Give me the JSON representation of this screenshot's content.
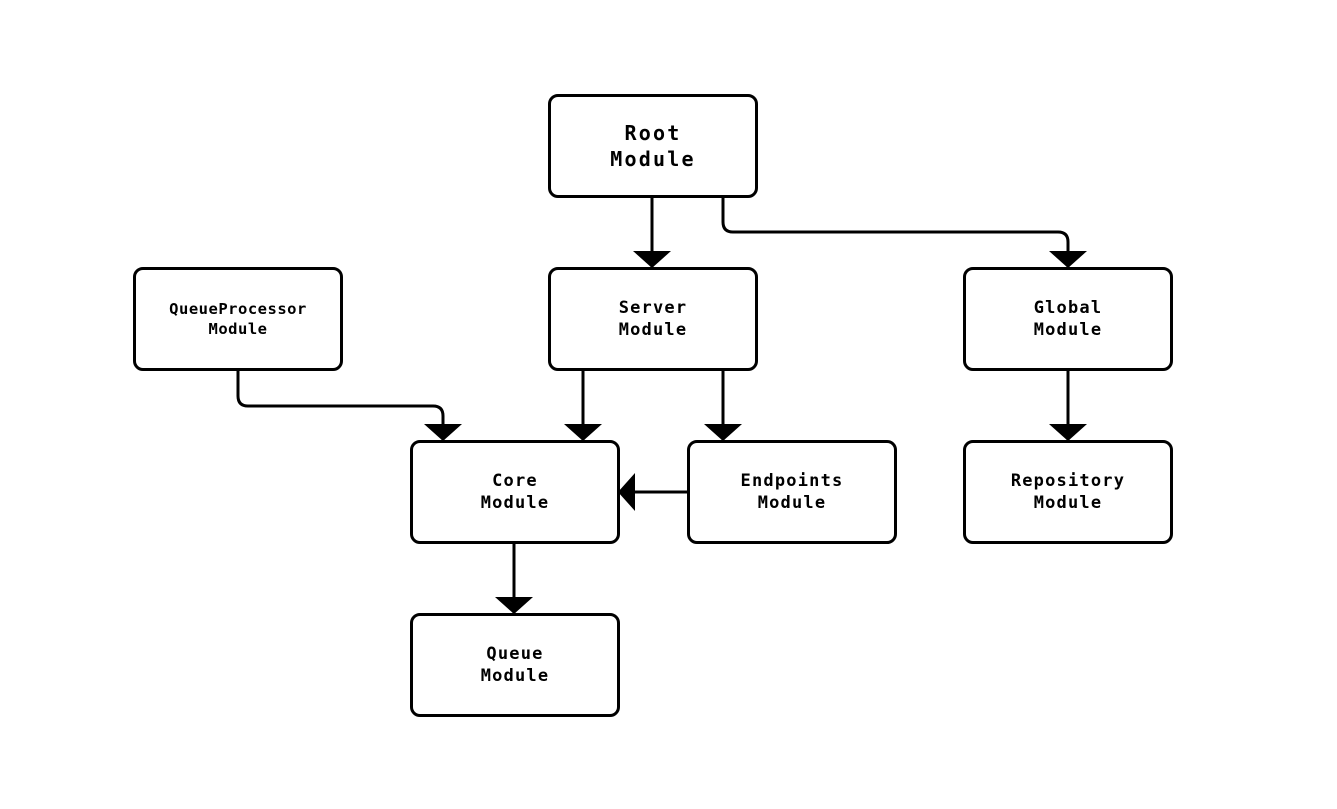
{
  "diagram": {
    "type": "flowchart",
    "background": "#ffffff",
    "line_color": "#000000",
    "node_fill": "#ffffff",
    "node_border_color": "#000000",
    "text_color": "#000000",
    "nodes": {
      "root": {
        "label": "Root\nModule"
      },
      "queueprocessor": {
        "label": "QueueProcessor\nModule"
      },
      "server": {
        "label": "Server\nModule"
      },
      "global": {
        "label": "Global\nModule"
      },
      "core": {
        "label": "Core\nModule"
      },
      "endpoints": {
        "label": "Endpoints\nModule"
      },
      "repository": {
        "label": "Repository\nModule"
      },
      "queue": {
        "label": "Queue\nModule"
      }
    },
    "edges": [
      {
        "from": "Root Module",
        "to": "Server Module"
      },
      {
        "from": "Root Module",
        "to": "Global Module"
      },
      {
        "from": "QueueProcessor Module",
        "to": "Core Module"
      },
      {
        "from": "Server Module",
        "to": "Core Module"
      },
      {
        "from": "Server Module",
        "to": "Endpoints Module"
      },
      {
        "from": "Endpoints Module",
        "to": "Core Module"
      },
      {
        "from": "Global Module",
        "to": "Repository Module"
      },
      {
        "from": "Core Module",
        "to": "Queue Module"
      }
    ]
  }
}
